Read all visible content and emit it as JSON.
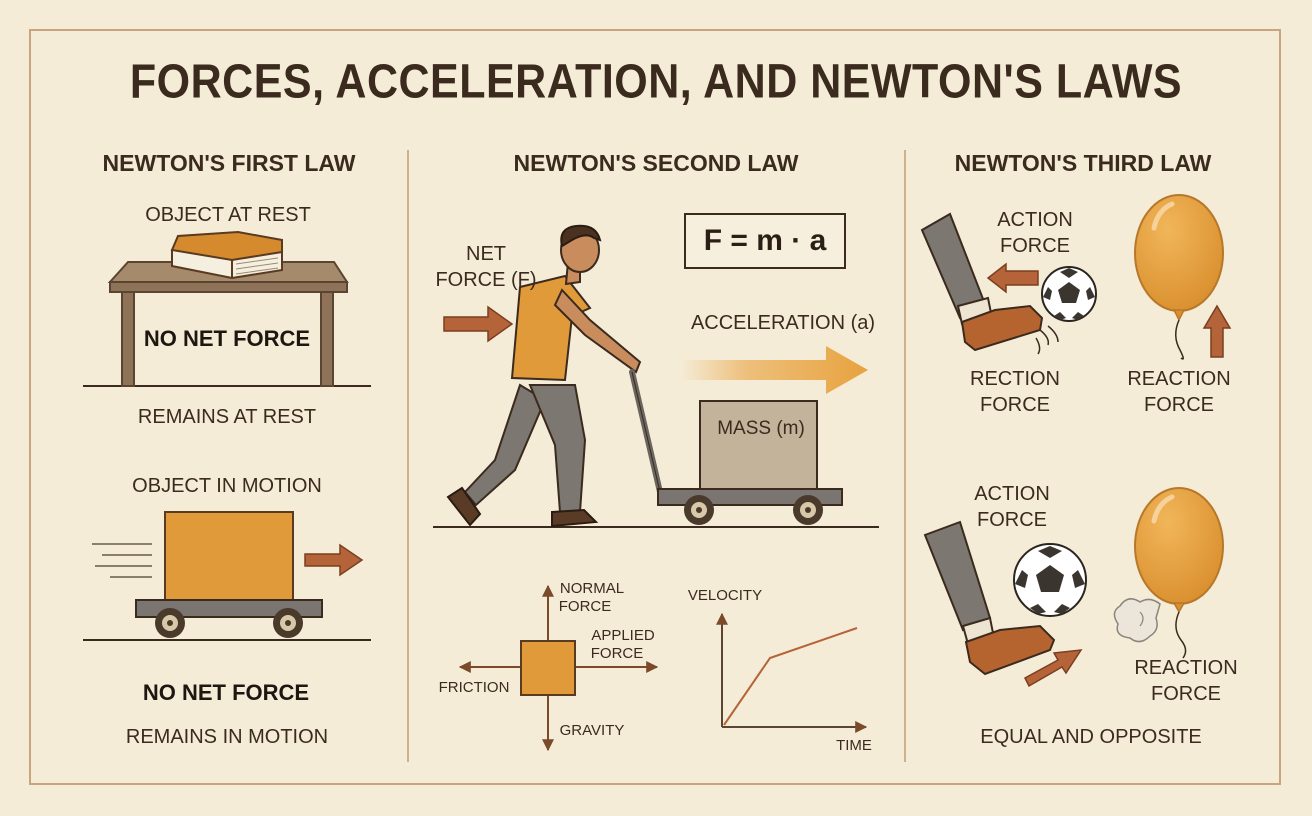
{
  "title": "FORCES, ACCELERATION, AND NEWTON'S LAWS",
  "first_law": {
    "heading": "NEWTON'S FIRST LAW",
    "rest_caption": "OBJECT AT REST",
    "rest_force": "NO NET FORCE",
    "rest_result": "REMAINS AT REST",
    "motion_caption": "OBJECT IN MOTION",
    "motion_force": "NO NET FORCE",
    "motion_result": "REMAINS IN MOTION"
  },
  "second_law": {
    "heading": "NEWTON'S SECOND LAW",
    "formula": "F = m · a",
    "net_force_line1": "NET",
    "net_force_line2": "FORCE (F)",
    "acceleration": "ACCELERATION (a)",
    "mass": "MASS (m)",
    "fbd": {
      "normal_line1": "NORMAL",
      "normal_line2": "FORCE",
      "applied_line1": "APPLIED",
      "applied_line2": "FORCE",
      "friction": "FRICTION",
      "gravity": "GRAVITY"
    },
    "graph": {
      "ylabel": "VELOCITY",
      "xlabel": "TIME"
    }
  },
  "third_law": {
    "heading": "NEWTON'S THIRD LAW",
    "top_action_line1": "ACTION",
    "top_action_line2": "FORCE",
    "top_reaction_left_line1": "RECTION",
    "top_reaction_left_line2": "FORCE",
    "top_reaction_right_line1": "REACTION",
    "top_reaction_right_line2": "FORCE",
    "bottom_action_line1": "ACTION",
    "bottom_action_line2": "FORCE",
    "bottom_reaction_line1": "REACTION",
    "bottom_reaction_line2": "FORCE",
    "summary": "EQUAL AND OPPOSITE"
  },
  "colors": {
    "background": "#f5ecd8",
    "orange": "#e0a13c",
    "brown_arrow": "#b5643a",
    "dark": "#3b2a1e",
    "gray": "#7c7770"
  }
}
